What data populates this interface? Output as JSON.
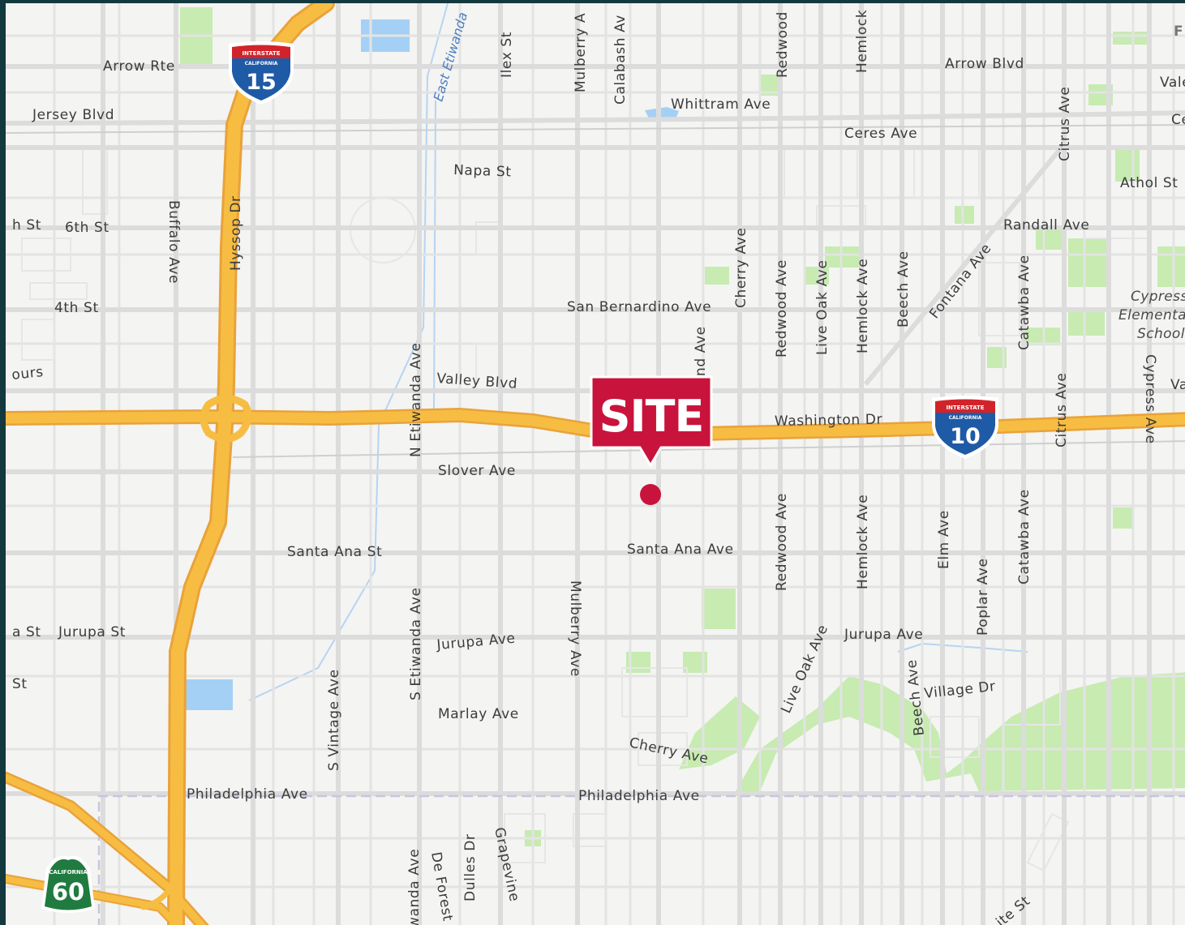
{
  "marker": {
    "label": "SITE",
    "color": "#c8143c"
  },
  "colors": {
    "freeway": "#f7bd42",
    "freeway_edge": "#e9a23a",
    "park": "#c7ebb1",
    "water": "#a4d0f5",
    "frame": "#13393f"
  },
  "shields": {
    "i15": {
      "top": "INTERSTATE",
      "state": "CALIFORNIA",
      "number": "15"
    },
    "i10": {
      "top": "INTERSTATE",
      "state": "CALIFORNIA",
      "number": "10"
    },
    "ca60": {
      "state": "CALIFORNIA",
      "number": "60"
    }
  },
  "water_labels": {
    "channel": "East Etiwanda"
  },
  "labels": {
    "arrow_rte": "Arrow Rte",
    "arrow_blvd": "Arrow Blvd",
    "jersey_blvd": "Jersey Blvd",
    "whittram_ave": "Whittram Ave",
    "ceres_ave": "Ceres Ave",
    "napa_st": "Napa St",
    "athol_st": "Athol St",
    "randall_ave": "Randall Ave",
    "sixth_st_partial": "h St",
    "sixth_st": "6th St",
    "fourth_st": "4th St",
    "san_bernardino_ave": "San Bernardino Ave",
    "valley_blvd": "Valley Blvd",
    "washington_dr": "Washington Dr",
    "slover_ave": "Slover Ave",
    "santa_ana_st": "Santa Ana St",
    "santa_ana_ave": "Santa Ana Ave",
    "jurupa_st_partial": "a St",
    "jurupa_st": "Jurupa St",
    "jurupa_ave_w": "Jurupa Ave",
    "jurupa_ave_e": "Jurupa Ave",
    "marlay_ave": "Marlay Ave",
    "cherry_ave_curve": "Cherry Ave",
    "village_dr": "Village Dr",
    "philadelphia_ave_w": "Philadelphia Ave",
    "philadelphia_ave_e": "Philadelphia Ave",
    "ours_partial": "ours",
    "st_partial": "St",
    "vale_partial": "Vale",
    "ce_partial": "Ce",
    "va_partial": "Va",
    "f_partial": "F",
    "cypress_school_1": "Cypress",
    "cypress_school_2": "Elementar",
    "cypress_school_3": "School",
    "buffalo_ave": "Buffalo Ave",
    "hyssop_dr": "Hyssop Dr",
    "ilex_st": "Ilex St",
    "mulberry_ave_n": "Mulberry A",
    "calabash_ave": "Calabash Av",
    "redwood_ave_n": "Redwood",
    "hemlock_ave_n": "Hemlock",
    "citrus_ave_n": "Citrus Ave",
    "cherry_ave": "Cherry Ave",
    "redwood_ave_m": "Redwood Ave",
    "live_oak_ave_m": "Live Oak Ave",
    "hemlock_ave_m": "Hemlock Ave",
    "beech_ave_m": "Beech Ave",
    "fontana_ave": "Fontana Ave",
    "catawba_ave_m": "Catawba Ave",
    "n_etiwanda_ave": "N Etiwanda Ave",
    "nd_ave_partial": "nd Ave",
    "citrus_ave_s": "Citrus Ave",
    "cypress_ave": "Cypress Ave",
    "redwood_ave_s": "Redwood Ave",
    "hemlock_ave_s": "Hemlock Ave",
    "elm_ave": "Elm Ave",
    "poplar_ave": "Poplar Ave",
    "catawba_ave_s": "Catawba Ave",
    "mulberry_ave_s": "Mulberry Ave",
    "s_etiwanda_ave": "S Etiwanda Ave",
    "s_vintage_ave": "S Vintage Ave",
    "live_oak_ave_s": "Live Oak Ave",
    "beech_ave_s": "Beech Ave",
    "etiwanda_ave_bottom": "wanda Ave",
    "de_forest": "De Forest C",
    "dulles_dr": "Dulles Dr",
    "grapevine": "Grapevine",
    "ite_st_partial": "ite St"
  }
}
